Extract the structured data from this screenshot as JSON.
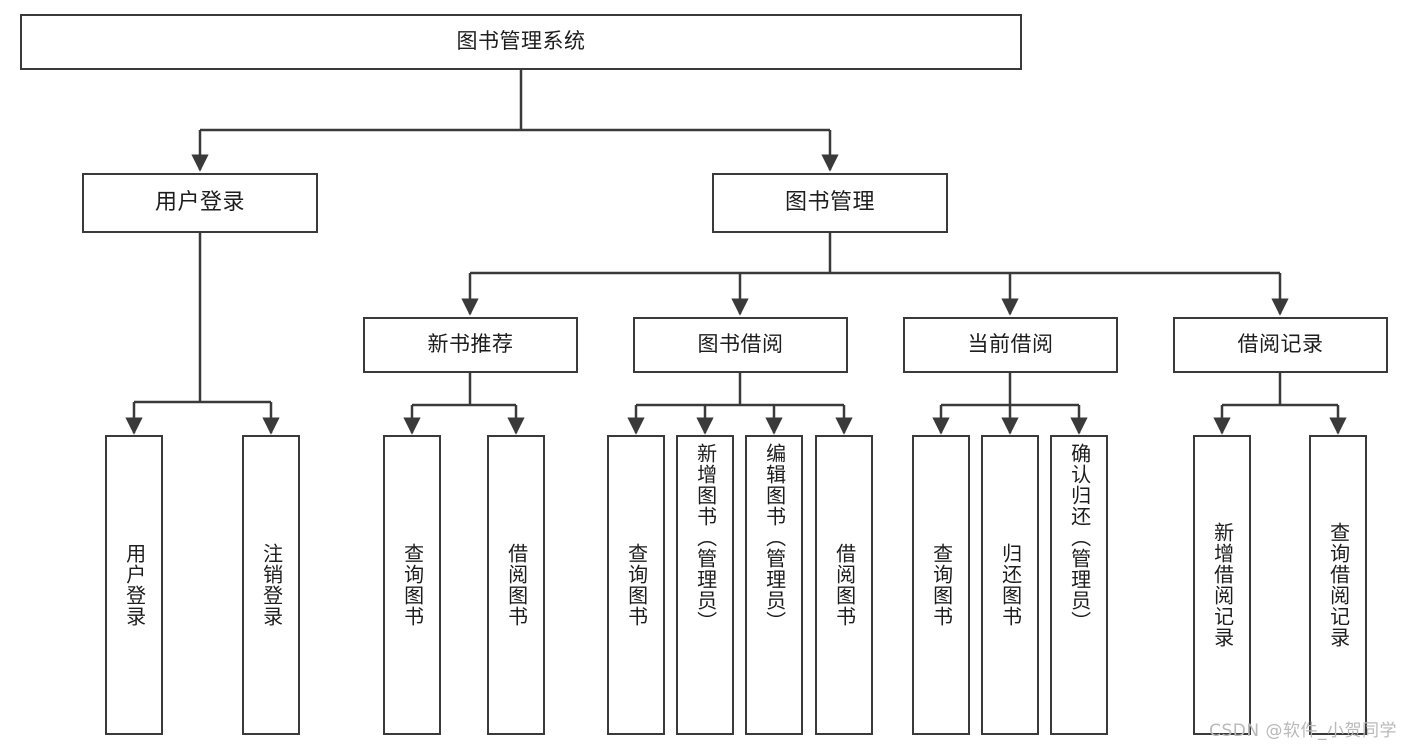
{
  "diagram": {
    "title": "图书管理系统",
    "type": "tree",
    "watermark": "CSDN @软件_小贺同学",
    "colors": {
      "stroke": "#3a3a3a",
      "fill": "#ffffff",
      "text": "#1d1d1d",
      "watermark": "#b9b9b9"
    },
    "nodes": {
      "root": {
        "label": "图书管理系统"
      },
      "level1": [
        {
          "label": "用户登录"
        },
        {
          "label": "图书管理"
        }
      ],
      "level2": [
        {
          "label": "新书推荐"
        },
        {
          "label": "图书借阅"
        },
        {
          "label": "当前借阅"
        },
        {
          "label": "借阅记录"
        }
      ],
      "leaves": {
        "user_login": [
          {
            "label": "用户登录"
          },
          {
            "label": "注销登录"
          }
        ],
        "new_book": [
          {
            "label": "查询图书"
          },
          {
            "label": "借阅图书"
          }
        ],
        "borrow_book": [
          {
            "label": "查询图书"
          },
          {
            "label": "新增图书（管理员）"
          },
          {
            "label": "编辑图书（管理员）"
          },
          {
            "label": "借阅图书"
          }
        ],
        "current_borrow": [
          {
            "label": "查询图书"
          },
          {
            "label": "归还图书"
          },
          {
            "label": "确认归还（管理员）"
          }
        ],
        "borrow_record": [
          {
            "label": "新增借阅记录"
          },
          {
            "label": "查询借阅记录"
          }
        ]
      }
    }
  }
}
